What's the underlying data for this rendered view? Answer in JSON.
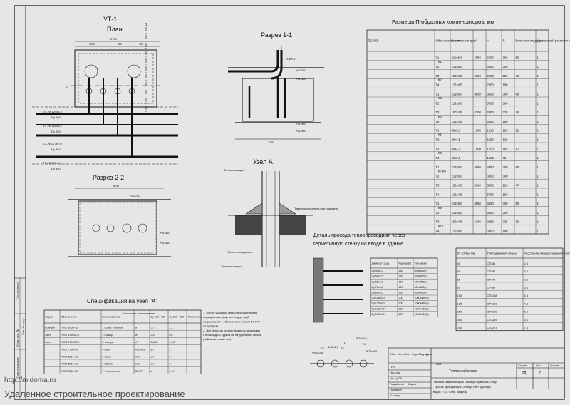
{
  "drawing": {
    "ut1_title": "УТ-1",
    "plan_title": "План",
    "razrez11_title": "Разрез 1-1",
    "razrez22_title": "Разрез 2-2",
    "uzel_a_title": "Узел А",
    "spec_title": "Спецификация на узел \"А\"",
    "comp_title": "Размеры  П-образных компенсаторов,  мм",
    "detail_title_1": "Деталь прохода теплопроводами через",
    "detail_title_2": "герметичную стенку на  вводе в здание"
  },
  "plan_labels": {
    "t4": "Т4 - Ф 125х4,5",
    "t4_du": "Dу 200",
    "t3": "Т3 - Ф 150х4,5",
    "t3_du": "Dу 250",
    "t2": "Т2 - Ф 273х7,0",
    "t2_du": "Dу 350",
    "t1": "Т1 - Ф 273х7,0",
    "t1_du": "Dу 350",
    "dim_top": "2750",
    "dim_1000": "1000",
    "dim_300": "300",
    "dim_400": "400",
    "dim_2": "2",
    "dim_1": "1"
  },
  "section_labels": {
    "uzel_a": "Узел А",
    "lvl_1": "+93,750",
    "lvl_2": "+91,560",
    "lvl_3": "+91,969",
    "lvl_4": "+91,960",
    "dim_2250": "2250",
    "dim_3500": "3500",
    "lvl_5": "+93,750",
    "lvl_6": "+91,560",
    "lvl_7": "+91,560"
  },
  "uzel_labels": {
    "teploizol_1": "Теплоизоляция",
    "poverkhnost": "Поверхность земли или покрытия",
    "plita": "Плита перекрытия",
    "teploizol_2": "Теплоизоляция"
  },
  "spec_table": {
    "headers": [
      "Марка",
      "Обозначение",
      "Наименование",
      "Количество на исполнение",
      "Примечание"
    ],
    "subheaders": [
      "Dу 100 - 150",
      "Dу 200 - 250"
    ],
    "rows": [
      [
        "позиция",
        "ГОСТ 8734-75",
        "1 Кожух стальной",
        "м",
        "0,7",
        "1,2"
      ],
      [
        "лист",
        "ГОСТ 19903-74",
        "2 Кольцо",
        "м²",
        "0,5",
        "0,6"
      ],
      [
        "лист",
        "ГОСТ 19903-74",
        "3 Фартук",
        "м²",
        "0,084",
        "0,137"
      ],
      [
        "",
        "ГОСТ 7798-70",
        "4 Болт",
        "М 14х45",
        "шт",
        "2"
      ],
      [
        "",
        "ГОСТ 5915-70",
        "5 Гайка",
        "М 14",
        "шт",
        "2"
      ],
      [
        "",
        "ГОСТ 5915-70",
        "6 Шайба",
        "М 14",
        "шт",
        "2"
      ],
      [
        "",
        "ГОСТ 6631-70",
        "7 Уплотнитель",
        "БТ-577",
        "кг",
        "0,17"
      ]
    ]
  },
  "notes": [
    "1. Перед укладкой металлические плиты",
    "перекрытия и фартуки вокруг труб",
    "покрываются с обеих сторон лаком БТ-577",
    "за два раза.",
    "2. Все фланцы осуществляются двойными",
    "с прокладкой сурика на натуральной олифе",
    "(пайка запрещается)."
  ],
  "comp_table": {
    "headers": [
      "ЭСКИЗ",
      "Обозначение компенсатора",
      "Ф, мм",
      "Н",
      "А",
      "R",
      "Величина предварительной растяжки компенсатора",
      "Кол."
    ],
    "rows": [
      [
        "Т1",
        "К1",
        "219х6,0",
        "4850",
        "3560",
        "300",
        "56",
        "1"
      ],
      [
        "Т2",
        "",
        "219х6,0",
        "",
        "3060",
        "300",
        "",
        "1"
      ],
      [
        "Т3",
        "К2",
        "150х4,5",
        "4300",
        "2260",
        "225",
        "46",
        "1"
      ],
      [
        "Т4",
        "",
        "125х4,5",
        "",
        "2260",
        "190",
        "",
        "1"
      ],
      [
        "Т1",
        "К3",
        "219х6,0",
        "4850",
        "3560",
        "300",
        "60",
        "1"
      ],
      [
        "Т2",
        "",
        "219х6,0",
        "",
        "3060",
        "300",
        "",
        "1"
      ],
      [
        "Т3",
        "К4",
        "150х4,5",
        "4300",
        "2260",
        "225",
        "46",
        "1"
      ],
      [
        "Т4",
        "",
        "125х4,5",
        "",
        "3060",
        "190",
        "",
        "1"
      ],
      [
        "Т1",
        "К5",
        "89х3,5",
        "1800",
        "1810",
        "120",
        "22",
        "1"
      ],
      [
        "Т2",
        "",
        "89х3,5",
        "",
        "1250",
        "120",
        "",
        "1"
      ],
      [
        "Т3",
        "К6",
        "60х4,0",
        "1800",
        "1250",
        "105",
        "17",
        "1"
      ],
      [
        "Т4",
        "",
        "50х3,5",
        "",
        "1810",
        "75",
        "",
        "1"
      ],
      [
        "Т1",
        "К7,К8",
        "219х6,0",
        "4850",
        "2360",
        "300",
        "60",
        "1"
      ],
      [
        "Т2",
        "",
        "219х6,0",
        "",
        "3060",
        "300",
        "",
        "1"
      ],
      [
        "Т3",
        "",
        "150х4,5",
        "5200",
        "5980",
        "225",
        "47",
        "1"
      ],
      [
        "Т4",
        "",
        "125х4,5",
        "",
        "6780",
        "190",
        "",
        "1"
      ],
      [
        "Т1",
        "К9",
        "219х6,0",
        "4850",
        "3560",
        "300",
        "50",
        "1"
      ],
      [
        "Т2",
        "",
        "219х6,0",
        "",
        "3060",
        "300",
        "",
        "1"
      ],
      [
        "Т3",
        "К10",
        "150х4,5",
        "4300",
        "2260",
        "225",
        "36",
        "1"
      ],
      [
        "Т4",
        "",
        "125х4,5",
        "",
        "3060",
        "190",
        "",
        "1"
      ]
    ]
  },
  "opory_table": {
    "headers": [
      "Dу трубы, мм",
      "Тип подвижной опоры",
      "Расстояние между опорами в пролете, м"
    ],
    "rows": [
      [
        "40",
        "ОП-45",
        "2,5"
      ],
      [
        "50",
        "ОП-57",
        "3,0"
      ],
      [
        "65",
        "ОП-76",
        "3,0"
      ],
      [
        "80",
        "ОП-89",
        "3,5"
      ],
      [
        "100",
        "ОП-108",
        "4,0"
      ],
      [
        "125",
        "ОП-133",
        "4,5"
      ],
      [
        "150",
        "ОП-159",
        "5,0"
      ],
      [
        "200",
        "ОП-219",
        "6,0"
      ],
      [
        "250",
        "ОП-273",
        "7,0"
      ]
    ]
  },
  "detail_table": {
    "headers": [
      "Диаметр тр-да",
      "Размер (б)",
      "Тип канала"
    ],
    "rows": [
      [
        "Dу 40х3,0",
        "150",
        "620х450(h)"
      ],
      [
        "Dу 50х3,5",
        "150",
        "620х450(h)"
      ],
      [
        "Dу 65х4,0",
        "150",
        "620х450(h)"
      ],
      [
        "Dу 76х3,5",
        "150",
        "620х450(h)"
      ],
      [
        "Dу 89х4,0",
        "150",
        "620х450(h)"
      ],
      [
        "Dу 108х4,0",
        "200",
        "1000х450(h)"
      ],
      [
        "Dу 125х4,0",
        "200",
        "1000х450(h)"
      ],
      [
        "Dу 133х4,0",
        "200",
        "1000х450(h)"
      ],
      [
        "Dу 150х4,0",
        "200",
        "1000х450(h)"
      ]
    ]
  },
  "detail_labels": {
    "t1": "Т1",
    "t1_d": "Ф76х3,0",
    "t2": "Т2",
    "t2_d": "Ф50х2,5",
    "t3": "Т3",
    "t3_d": "Ф40х3,5",
    "t4": "Т4",
    "t4_d": "Ф76х3,0"
  },
  "title_block": {
    "subject": "Теплоснабжение",
    "stage_label": "Стадия",
    "stage": "РД",
    "sheet_label": "Лист",
    "sheet": "7",
    "sheets_label": "Листов",
    "desc": "Таблица компенсаторов.Таблица подвижных опор. Деталь прохода через стенку. Узел трубопроводов УТ-1. План, разрезы.",
    "rows": [
      "Изм.",
      "Кол.уч",
      "Лист",
      "№док.",
      "Подпись",
      "Дата"
    ],
    "roles": [
      "ГИП",
      "Нач. отд.",
      "Нач.гр.ОВ",
      "Разработал",
      "Проверил",
      "Н. контр."
    ],
    "names": [
      "",
      "",
      "",
      "Жаров",
      "",
      ""
    ],
    "year": "2011"
  },
  "margin": {
    "inv_orig": "Инв. № подл.",
    "podpis": "Подпись и дата",
    "vzam": "Взам. инв. №",
    "sogl": "Согласовано"
  },
  "watermark": {
    "url": "http://midoma.ru",
    "tagline": "Удаленное строительное проектирование"
  }
}
